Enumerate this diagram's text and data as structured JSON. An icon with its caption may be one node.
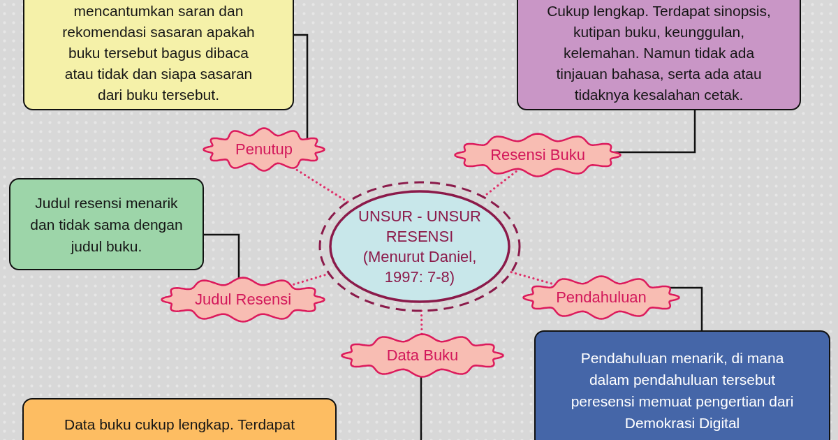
{
  "diagram": {
    "nodes": [
      {
        "text": [
          "mencantumkan saran dan rekomendasi sasaran apakah buku tersebut bagus dibaca atau tidak dan siapa sasaran dari buku tersebut."
        ]
      },
      {
        "text": [
          "Cukup lengkap. Terdapat sinopsis, kutipan buku, keunggulan, kelemahan. Namun tidak ada tinjauan bahasa, serta ada atau tidaknya kesalahan cetak."
        ]
      },
      {
        "text": [
          "Penutup"
        ]
      },
      {
        "text": [
          "Resensi Buku"
        ]
      },
      {
        "text": [
          "Judul resensi menarik dan tidak sama dengan judul buku."
        ]
      },
      {
        "text": [
          "UNSUR - UNSUR RESENSI",
          "(Menurut Daniel, 1997: 7-8)"
        ]
      },
      {
        "text": [
          "Judul Resensi"
        ]
      },
      {
        "text": [
          "Pendahuluan"
        ]
      },
      {
        "text": [
          "Data Buku"
        ]
      },
      {
        "text": [
          "Pendahuluan menarik, di mana dalam pendahuluan tersebut peresensi memuat pengertian dari Demokrasi Digital"
        ]
      },
      {
        "text": [
          "Data buku cukup lengkap. Terdapat"
        ]
      }
    ],
    "edges": [
      {
        "from": 0,
        "to": 2,
        "arrow": "none"
      },
      {
        "from": 1,
        "to": 3,
        "arrow": "none"
      },
      {
        "from": 4,
        "to": 6,
        "arrow": "none"
      },
      {
        "from": 7,
        "to": 9,
        "arrow": "none"
      },
      {
        "from": 8,
        "to": null,
        "arrow": "none"
      },
      {
        "from": 5,
        "to": 2,
        "arrow": "none",
        "style": "dashed",
        "color": "#e0306a"
      },
      {
        "from": 5,
        "to": 3,
        "arrow": "none",
        "style": "dashed",
        "color": "#e0306a"
      },
      {
        "from": 5,
        "to": 6,
        "arrow": "none",
        "style": "dashed",
        "color": "#e0306a"
      },
      {
        "from": 5,
        "to": 7,
        "arrow": "none",
        "style": "dashed",
        "color": "#e0306a"
      },
      {
        "from": 5,
        "to": 8,
        "arrow": "none",
        "style": "dashed",
        "color": "#e0306a"
      }
    ]
  }
}
